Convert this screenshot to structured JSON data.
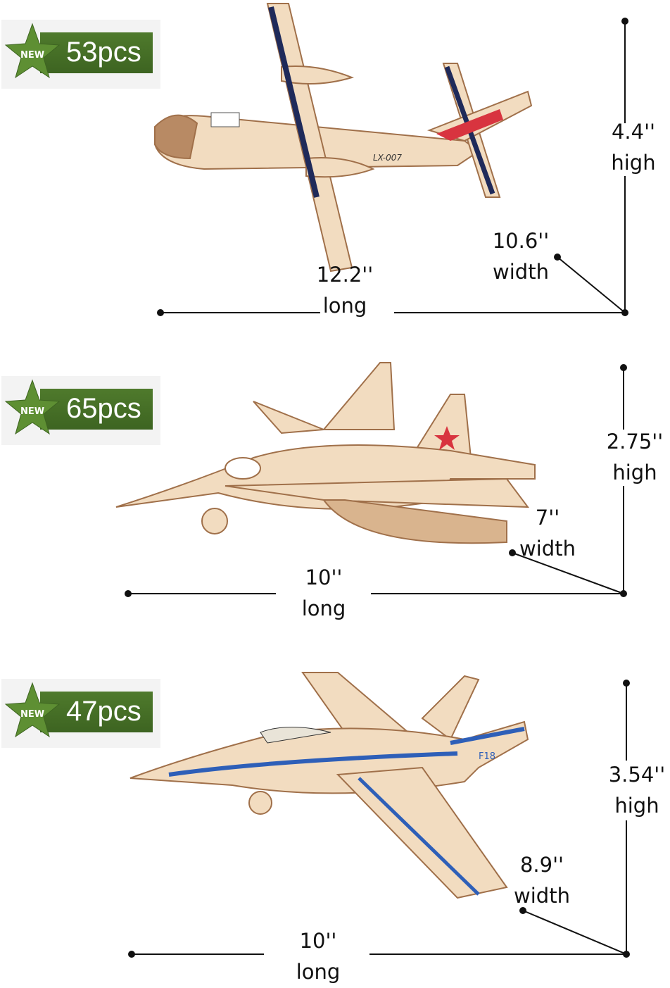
{
  "models": [
    {
      "badge_tag": "NEW",
      "pieces": "53pcs",
      "height_value": "4.4''",
      "height_label": "high",
      "width_value": "10.6''",
      "width_label": "width",
      "length_value": "12.2''",
      "length_label": "long",
      "decal": "LX-007"
    },
    {
      "badge_tag": "NEW",
      "pieces": "65pcs",
      "height_value": "2.75''",
      "height_label": "high",
      "width_value": "7''",
      "width_label": "width",
      "length_value": "10''",
      "length_label": "long"
    },
    {
      "badge_tag": "NEW",
      "pieces": "47pcs",
      "height_value": "3.54''",
      "height_label": "high",
      "width_value": "8.9''",
      "width_label": "width",
      "length_value": "10''",
      "length_label": "long",
      "decal": "F18"
    }
  ],
  "colors": {
    "badge_green": "#4a7328",
    "wood": "#f2dcc0",
    "wood_edge": "#a0704a",
    "accent_red": "#d8343f",
    "accent_blue": "#2e5fb8",
    "navy": "#1f2a5a"
  }
}
